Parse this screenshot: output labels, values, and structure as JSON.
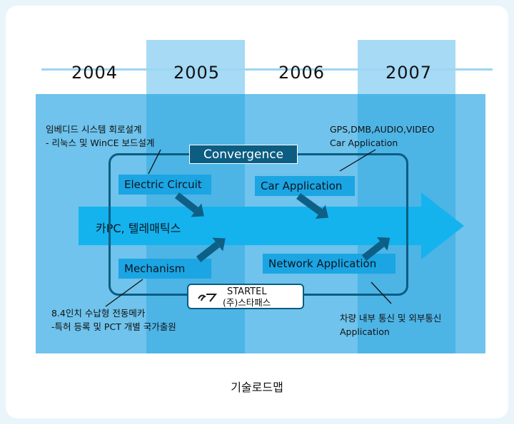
{
  "years": [
    "2004",
    "2005",
    "2006",
    "2007"
  ],
  "convergence_label": "Convergence",
  "main_flow_label": "카PC, 텔레매틱스",
  "boxes": {
    "electric_circuit": "Electric Circuit",
    "mechanism": "Mechanism",
    "car_application": "Car Application",
    "network_application": "Network Application"
  },
  "notes": {
    "top_left_line1": "임베디드 시스템 회로설계",
    "top_left_line2": "- 리눅스 및 WinCE 보드설계",
    "top_right_line1": "GPS,DMB,AUDIO,VIDEO",
    "top_right_line2": "Car Application",
    "bottom_left_line1": "8.4인치 수납형 전동메카",
    "bottom_left_line2": "-특허 등록 및 PCT 개별 국가출원",
    "bottom_right_line1": "차량 내부 통신 및 외부통신",
    "bottom_right_line2": "Application"
  },
  "logo": {
    "line1": "STARTEL",
    "line2": "(주)스타패스"
  },
  "caption": "기술로드맵",
  "colors": {
    "band_light": "#a6daf5",
    "band_mid": "#6fc3ec",
    "band_dark": "#4db4e6",
    "box_fill": "#1ba5e3",
    "arrow_dark": "#0e5f86",
    "outline": "#0b5d82"
  }
}
